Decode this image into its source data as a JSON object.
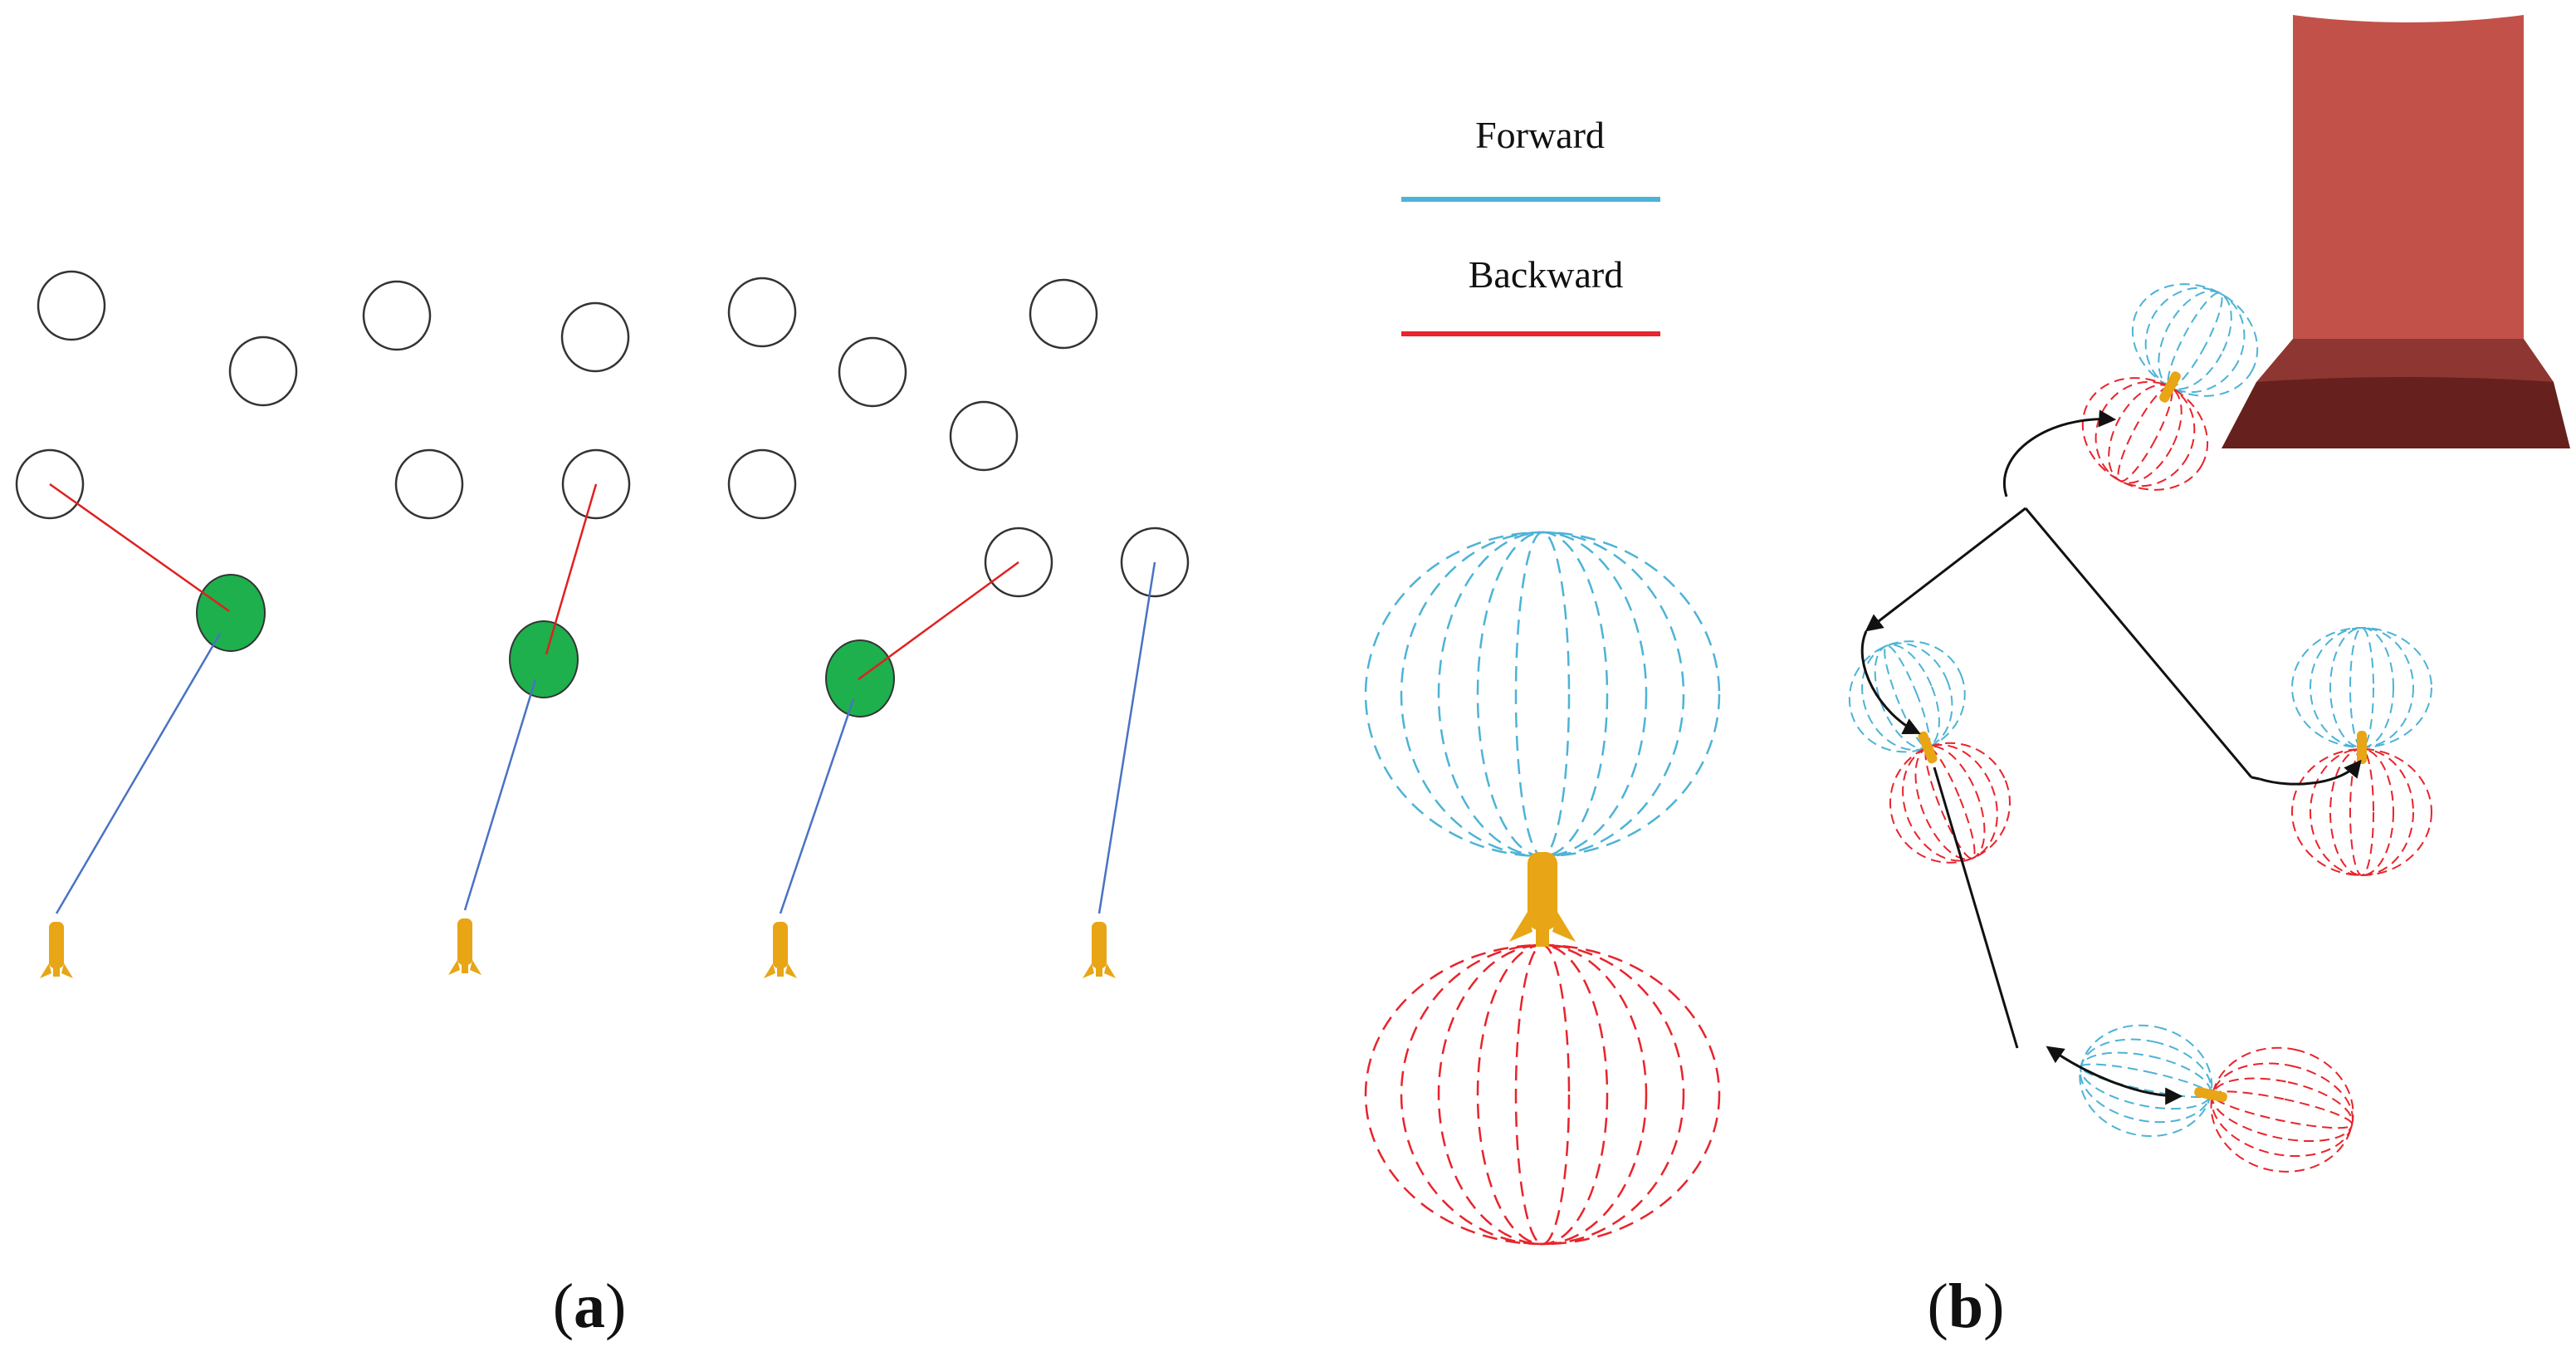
{
  "legend": {
    "forward_label": "Forward",
    "backward_label": "Backward"
  },
  "panels": {
    "a": {
      "open": "(",
      "letter": "a",
      "close": ")"
    },
    "b": {
      "open": "(",
      "letter": "b",
      "close": ")"
    }
  },
  "colors": {
    "forward": "#4db3d6",
    "backward": "#e8242c",
    "link_forward": "#4a72c4",
    "link_backward": "#e02020",
    "selected_obstacle": "#1db04d",
    "vehicle": "#e8a515",
    "target_top": "#c2514a",
    "target_mid": "#8e3631",
    "target_bottom": "#66201d",
    "path": "#111111"
  },
  "icons": {
    "vehicle": "rocket-icon",
    "obstacle": "circle-icon",
    "target": "truncated-cone-icon"
  }
}
